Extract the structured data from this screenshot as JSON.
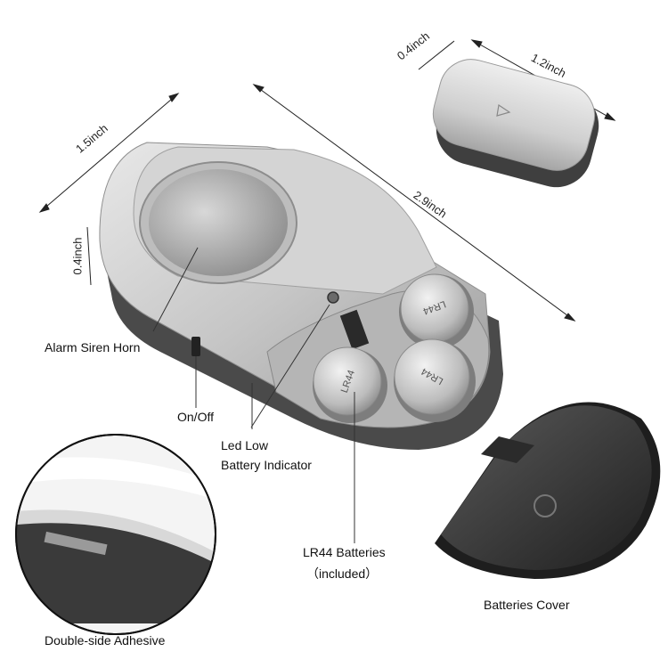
{
  "dimensions": {
    "device_width": "1.5inch",
    "device_length": "2.9inch",
    "device_thickness": "0.4inch",
    "magnet_thickness": "0.4inch",
    "magnet_length": "1.2inch"
  },
  "callouts": {
    "siren": "Alarm Siren Horn",
    "switch": "On/Off",
    "led_line1": "Led Low",
    "led_line2": "Battery Indicator",
    "batteries_line1": "LR44 Batteries",
    "batteries_line2": "（included）",
    "cover": "Batteries Cover",
    "adhesive": "Double-side Adhesive"
  },
  "battery_marking": "LR44",
  "colors": {
    "silver": "#c9c9c9",
    "dark_gray": "#3a3a3a",
    "background": "#ffffff"
  }
}
